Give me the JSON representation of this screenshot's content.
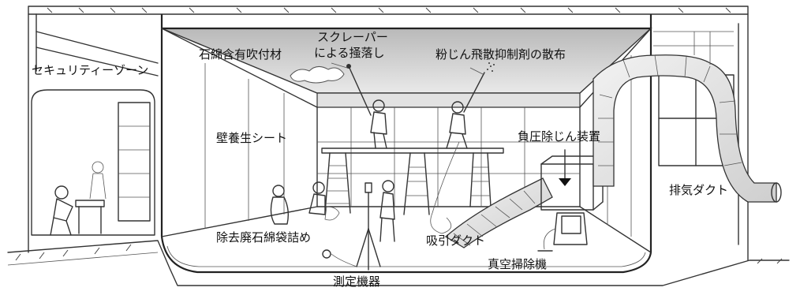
{
  "labels": {
    "security_zone": "セキュリティーゾーン",
    "spray_material": "石綿含有吹付材",
    "scraper_line1": "スクレーパー",
    "scraper_line2": "による掻落し",
    "dust_agent": "粉じん飛散抑制剤の散布",
    "wall_sheet": "壁養生シート",
    "negative_pressure": "負圧除じん装置",
    "exhaust_duct": "排気ダクト",
    "bagging": "除去廃石綿袋詰め",
    "suction_duct": "吸引ダクト",
    "vacuum": "真空掃除機",
    "measuring": "測定機器"
  }
}
